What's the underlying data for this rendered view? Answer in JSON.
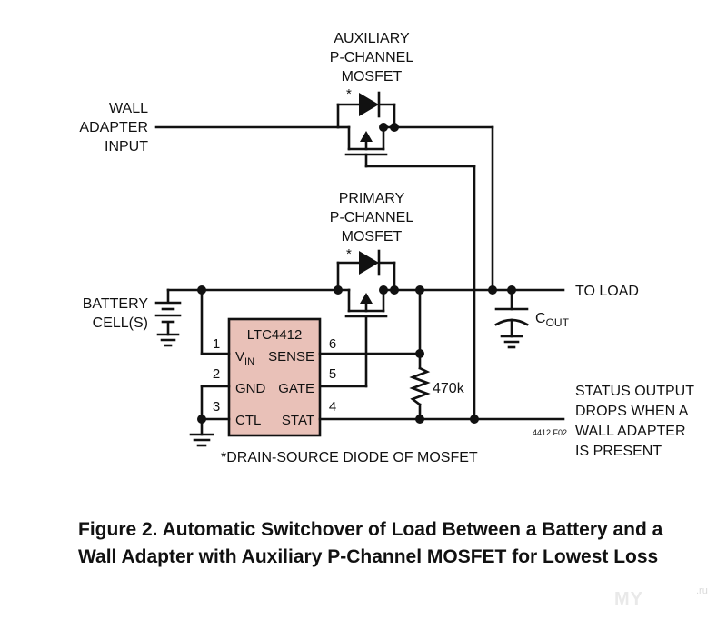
{
  "labels": {
    "aux_mosfet": [
      "AUXILIARY",
      "P-CHANNEL",
      "MOSFET"
    ],
    "wall_adapter": [
      "WALL",
      "ADAPTER",
      "INPUT"
    ],
    "primary_mosfet": [
      "PRIMARY",
      "P-CHANNEL",
      "MOSFET"
    ],
    "battery": [
      "BATTERY",
      "CELL(S)"
    ],
    "to_load": "TO LOAD",
    "cout_main": "C",
    "cout_sub": "OUT",
    "resistor": "470k",
    "status": [
      "STATUS OUTPUT",
      "DROPS WHEN A",
      "WALL ADAPTER",
      "IS PRESENT"
    ],
    "part_code": "4412 F02",
    "diode_note": "*DRAIN-SOURCE DIODE OF MOSFET",
    "asterisk": "*"
  },
  "ic": {
    "name": "LTC4412",
    "fill_color": "#e9c1b8",
    "pins": [
      {
        "number": "1",
        "name": "V",
        "sub": "IN"
      },
      {
        "number": "2",
        "name": "GND"
      },
      {
        "number": "3",
        "name": "CTL"
      },
      {
        "number": "6",
        "name": "SENSE"
      },
      {
        "number": "5",
        "name": "GATE"
      },
      {
        "number": "4",
        "name": "STAT"
      }
    ]
  },
  "caption": {
    "line1": "Figure 2. Automatic Switchover of Load Between a Battery and a",
    "line2": "Wall Adapter with Auxiliary P-Channel MOSFET for Lowest Loss"
  },
  "watermark": {
    "text": "MY",
    "domain": ".ru"
  }
}
